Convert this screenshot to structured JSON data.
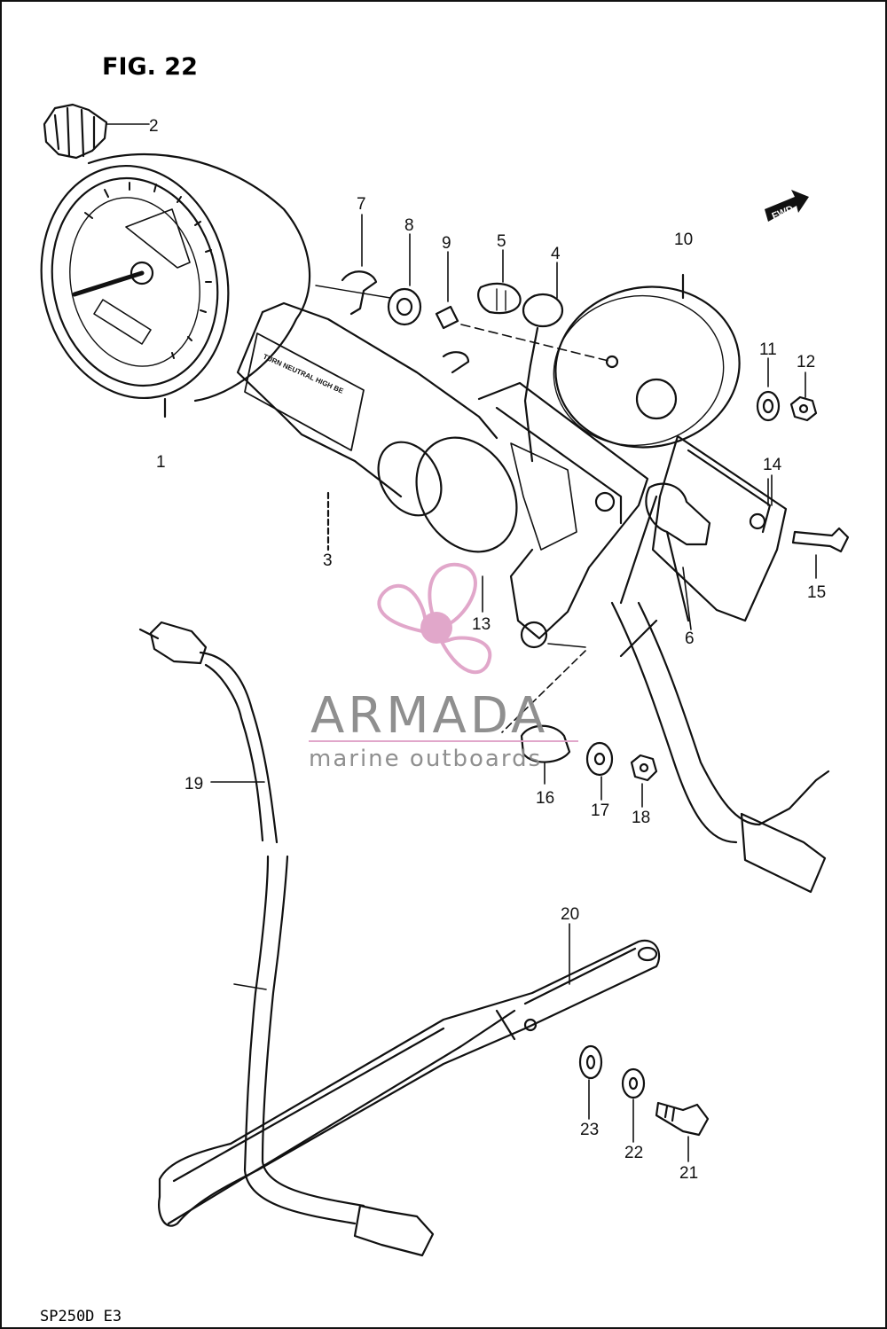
{
  "figure": {
    "title": "FIG. 22",
    "model_code": "SP250D E3"
  },
  "fwd_arrow": {
    "label": "FWD"
  },
  "indicator_label": "TURN NEUTRAL HIGH BE",
  "watermark": {
    "name": "ARMADA",
    "tagline": "marine outboards",
    "color": "#e0a3c8",
    "text_color": "#8a8a8a"
  },
  "part_labels": {
    "p1": "1",
    "p2": "2",
    "p3": "3",
    "p4": "4",
    "p5": "5",
    "p6": "6",
    "p7": "7",
    "p8": "8",
    "p9": "9",
    "p10": "10",
    "p11": "11",
    "p12": "12",
    "p13": "13",
    "p14": "14",
    "p15": "15",
    "p16": "16",
    "p17": "17",
    "p18": "18",
    "p19": "19",
    "p20": "20",
    "p21": "21",
    "p22": "22",
    "p23": "23"
  },
  "colors": {
    "line": "#111111",
    "background": "#ffffff"
  }
}
